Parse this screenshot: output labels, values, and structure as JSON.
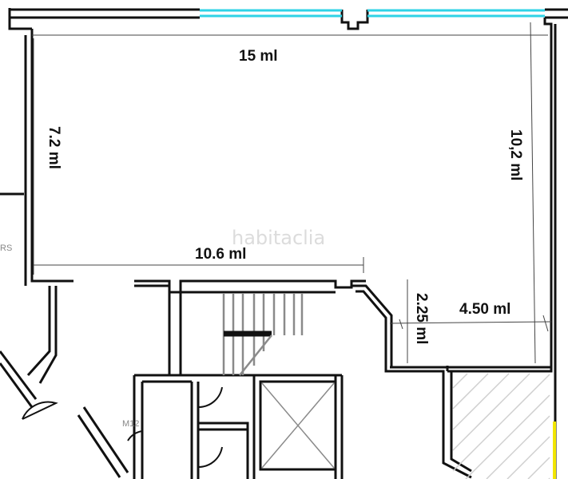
{
  "plan": {
    "dimensions": {
      "top_width": "15 ml",
      "left_height": "7.2 ml",
      "right_height": "10,2 ml",
      "bottom_width": "10.6 ml",
      "notch_width": "4.50 ml",
      "notch_height": "2.25 ml"
    },
    "watermark": "habitaclia",
    "labels": {
      "left_cut": "RS",
      "room_code": "M12"
    },
    "colors": {
      "window": "#2fd3e6",
      "wall": "#111111",
      "marker": "#f2e600"
    }
  }
}
